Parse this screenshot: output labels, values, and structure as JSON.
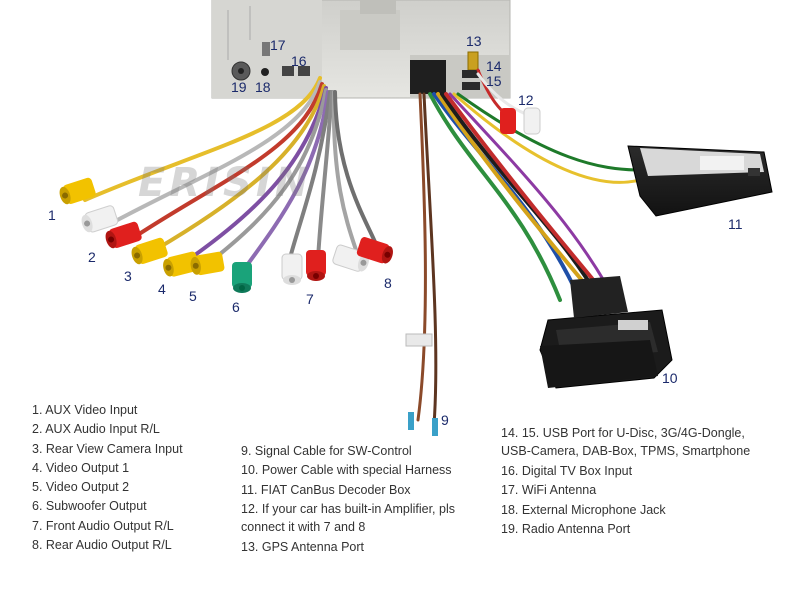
{
  "watermark": "ERISIN",
  "callouts": [
    "1",
    "2",
    "3",
    "4",
    "5",
    "6",
    "7",
    "8",
    "9",
    "10",
    "11",
    "12",
    "13",
    "14",
    "15",
    "16",
    "17",
    "18",
    "19"
  ],
  "legend": [
    "1. AUX Video Input",
    "2. AUX Audio Input R/L",
    "3. Rear View Camera Input",
    "4. Video Output 1",
    "5. Video Output 2",
    "6. Subwoofer Output",
    "7. Front Audio Output R/L",
    "8. Rear Audio Output R/L",
    "9. Signal Cable for SW-Control",
    "10. Power Cable with special Harness",
    "11. FIAT CanBus Decoder Box",
    "12. If your car has built-in Amplifier, pls connect it with 7 and 8",
    "13. GPS Antenna Port",
    "14. 15.  USB Port for U-Disc, 3G/4G-Dongle, USB-Camera, DAB-Box, TPMS, Smartphone",
    "16. Digital TV Box Input",
    "17. WiFi Antenna",
    "18. External Microphone Jack",
    "19. Radio Antenna Port"
  ],
  "colors": {
    "callout_text": "#1b2a6b",
    "legend_text": "#333333",
    "rca_yellow": "#f2c200",
    "rca_red": "#e0201e",
    "rca_white": "#f1f1f1",
    "rca_green": "#1aa37a",
    "chassis": "#dcdcd8",
    "decoder_box": "#1e1e1e"
  }
}
